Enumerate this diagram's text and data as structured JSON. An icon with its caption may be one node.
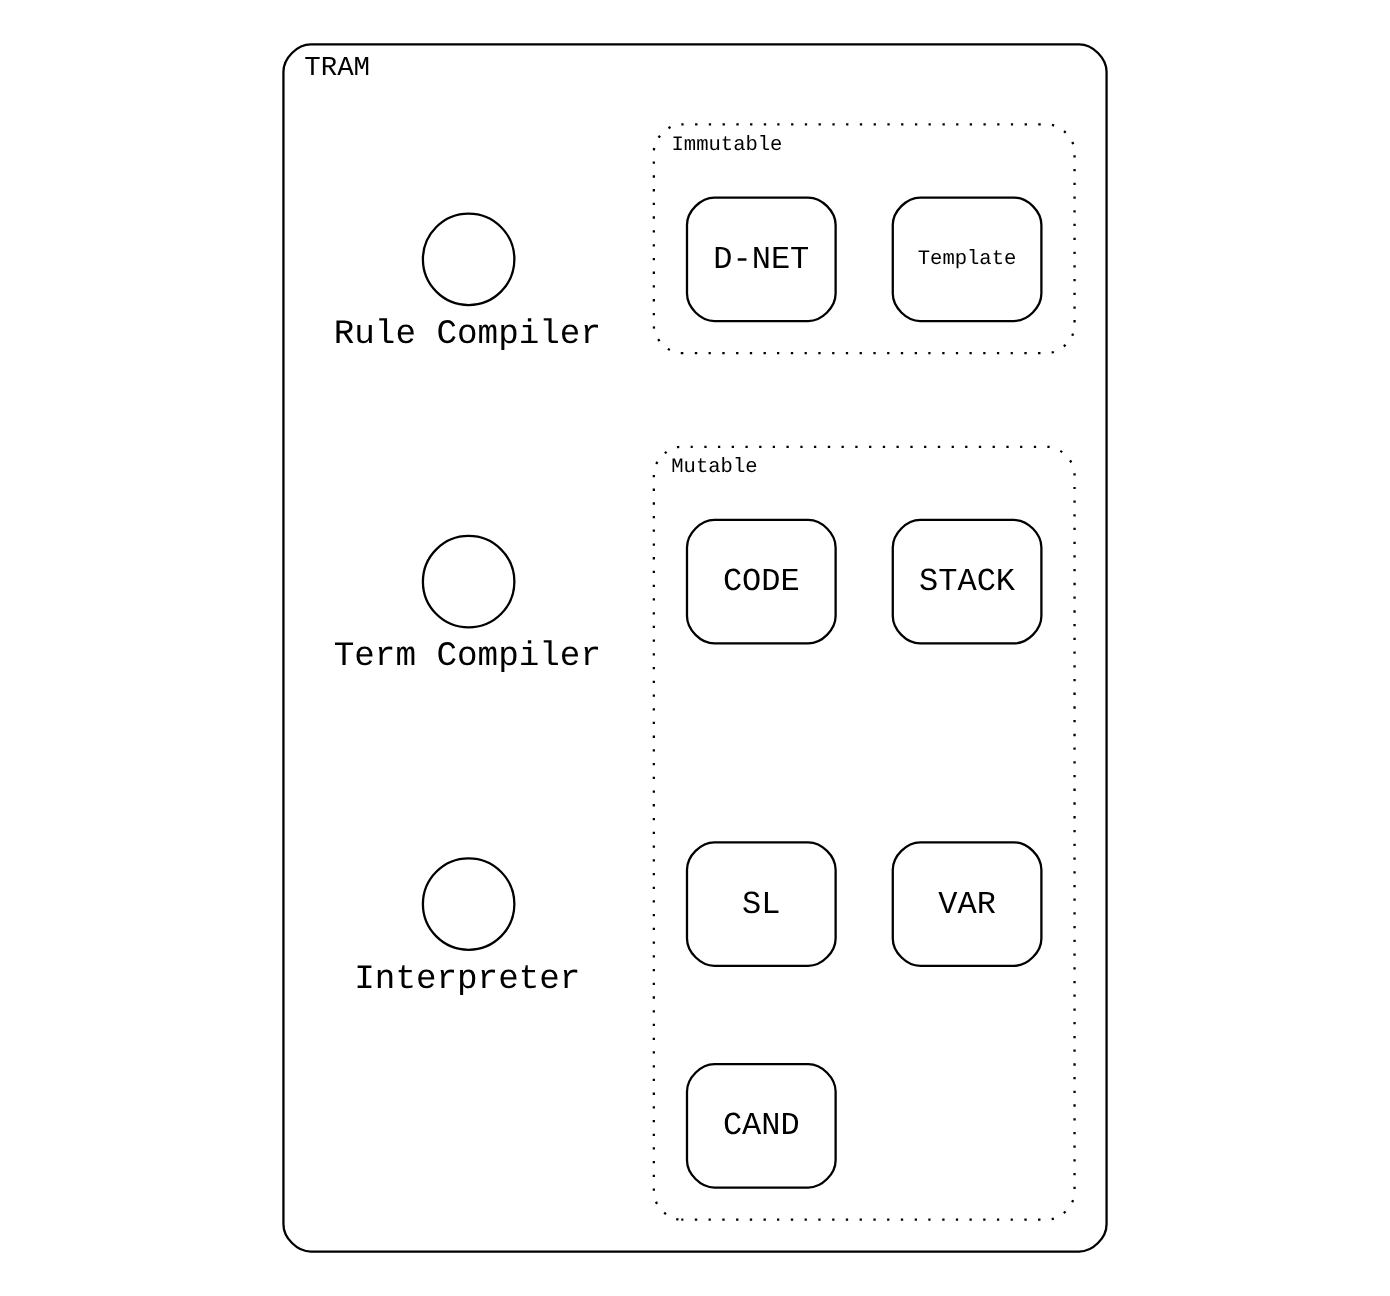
{
  "diagram": {
    "nodes": [
      {
        "text": [
          "TRAM"
        ]
      },
      {
        "text": [
          "Rule Compiler"
        ],
        "in": 0
      },
      {
        "text": [
          "Immutable"
        ],
        "in": 0
      },
      {
        "text": [
          "D-NET"
        ],
        "in": 2
      },
      {
        "text": [
          "Template"
        ],
        "in": 2
      },
      {
        "text": [
          "Term Compiler"
        ],
        "in": 0
      },
      {
        "text": [
          "Mutable"
        ],
        "in": 0
      },
      {
        "text": [
          "CODE"
        ],
        "in": 6
      },
      {
        "text": [
          "STACK"
        ],
        "in": 6
      },
      {
        "text": [
          "SL"
        ],
        "in": 6
      },
      {
        "text": [
          "VAR"
        ],
        "in": 6
      },
      {
        "text": [
          "CAND"
        ],
        "in": 6
      },
      {
        "text": [
          "Interpreter"
        ],
        "in": 0
      }
    ],
    "edges": []
  }
}
